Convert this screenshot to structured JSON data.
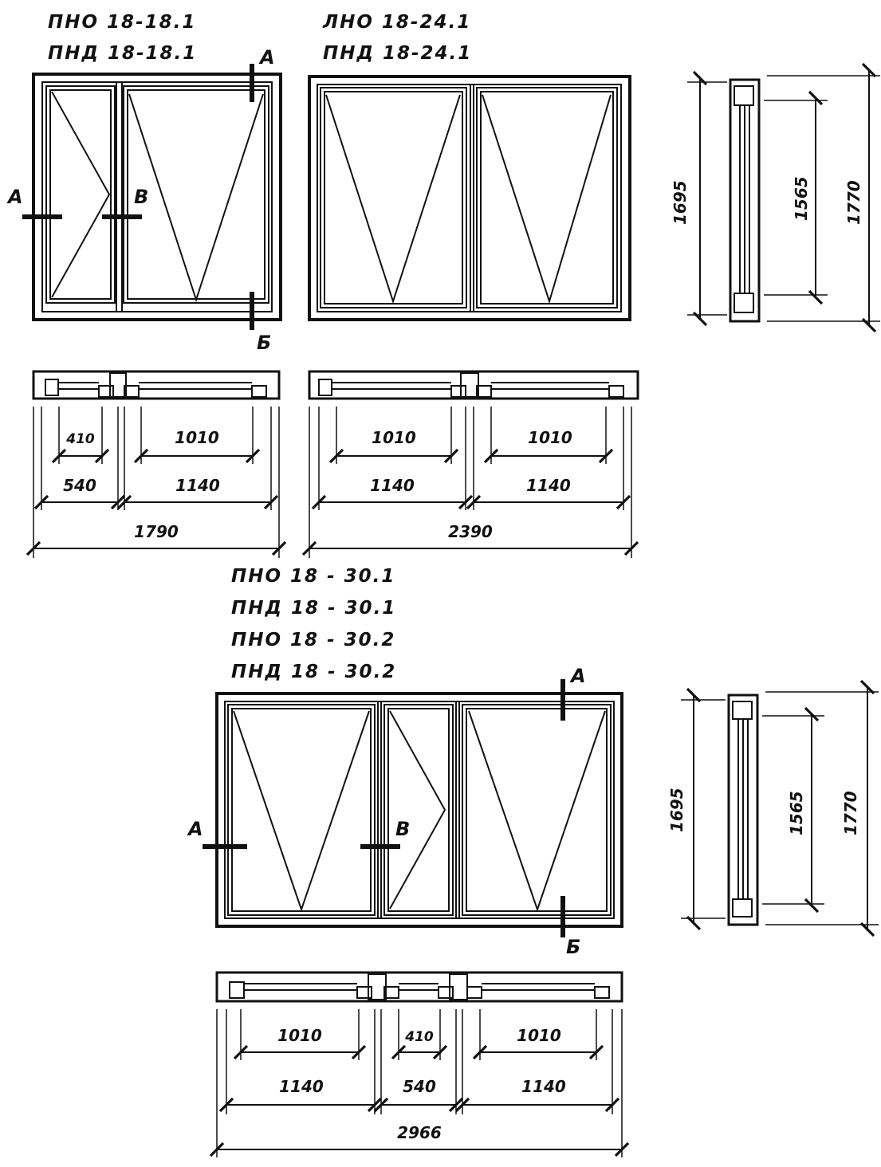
{
  "titles": {
    "w1": [
      "ПНО  18-18.1",
      "ПНД  18-18.1"
    ],
    "w2": [
      "ЛНО  18-24.1",
      "ПНД  18-24.1"
    ],
    "w3": [
      "ПНО  18 - 30.1",
      "ПНД  18 - 30.1",
      "ПНО  18 - 30.2",
      "ПНД  18 - 30.2"
    ]
  },
  "markers": {
    "a": "А",
    "b": "Б",
    "v": "В"
  },
  "dims": {
    "w1": {
      "sash_inner_small": "410",
      "sash_inner_large": "1010",
      "sash_small": "540",
      "sash_large": "1140",
      "total": "1790"
    },
    "w2": {
      "sash_inner_left": "1010",
      "sash_inner_right": "1010",
      "sash_left": "1140",
      "sash_right": "1140",
      "total": "2390"
    },
    "w3": {
      "inner_left": "1010",
      "inner_mid": "410",
      "inner_right": "1010",
      "sash_left": "1140",
      "sash_mid": "540",
      "sash_right": "1140",
      "total": "2966"
    },
    "section_top": {
      "frame_height": "1695",
      "glass_height": "1565",
      "total_height": "1770"
    },
    "section_bottom": {
      "frame_height": "1695",
      "glass_height": "1565",
      "total_height": "1770"
    }
  }
}
